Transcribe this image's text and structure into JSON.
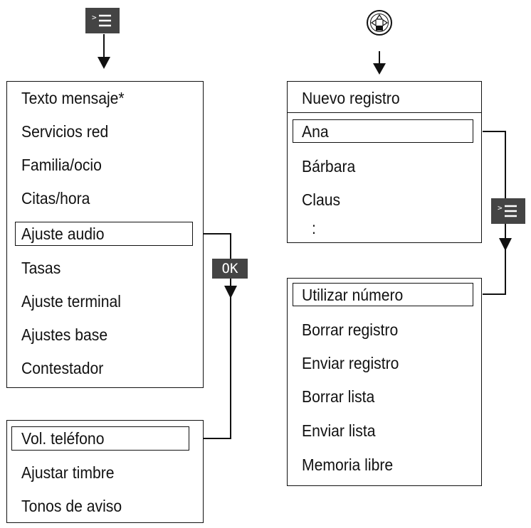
{
  "left_menu": {
    "items": [
      "Texto mensaje*",
      "Servicios red",
      "Familia/ocio",
      "Citas/hora",
      "Ajuste audio",
      "Tasas",
      "Ajuste terminal",
      "Ajustes base",
      "Contestador"
    ],
    "selected": "Ajuste audio"
  },
  "audio_submenu": {
    "items": [
      "Vol. teléfono",
      "Ajustar timbre",
      "Tonos de aviso"
    ],
    "selected": "Vol. teléfono"
  },
  "directory_list": {
    "items": [
      "Nuevo registro",
      "Ana",
      "Bárbara",
      "Claus",
      ":"
    ],
    "selected": "Ana"
  },
  "entry_options": {
    "items": [
      "Utilizar número",
      "Borrar registro",
      "Enviar registro",
      "Borrar lista",
      "Enviar lista",
      "Memoria libre"
    ],
    "selected": "Utilizar número"
  },
  "keys": {
    "ok_label": "OK",
    "menu_key_icon": "menu-key-icon",
    "nav_key_icon": "navigation-key-icon"
  }
}
